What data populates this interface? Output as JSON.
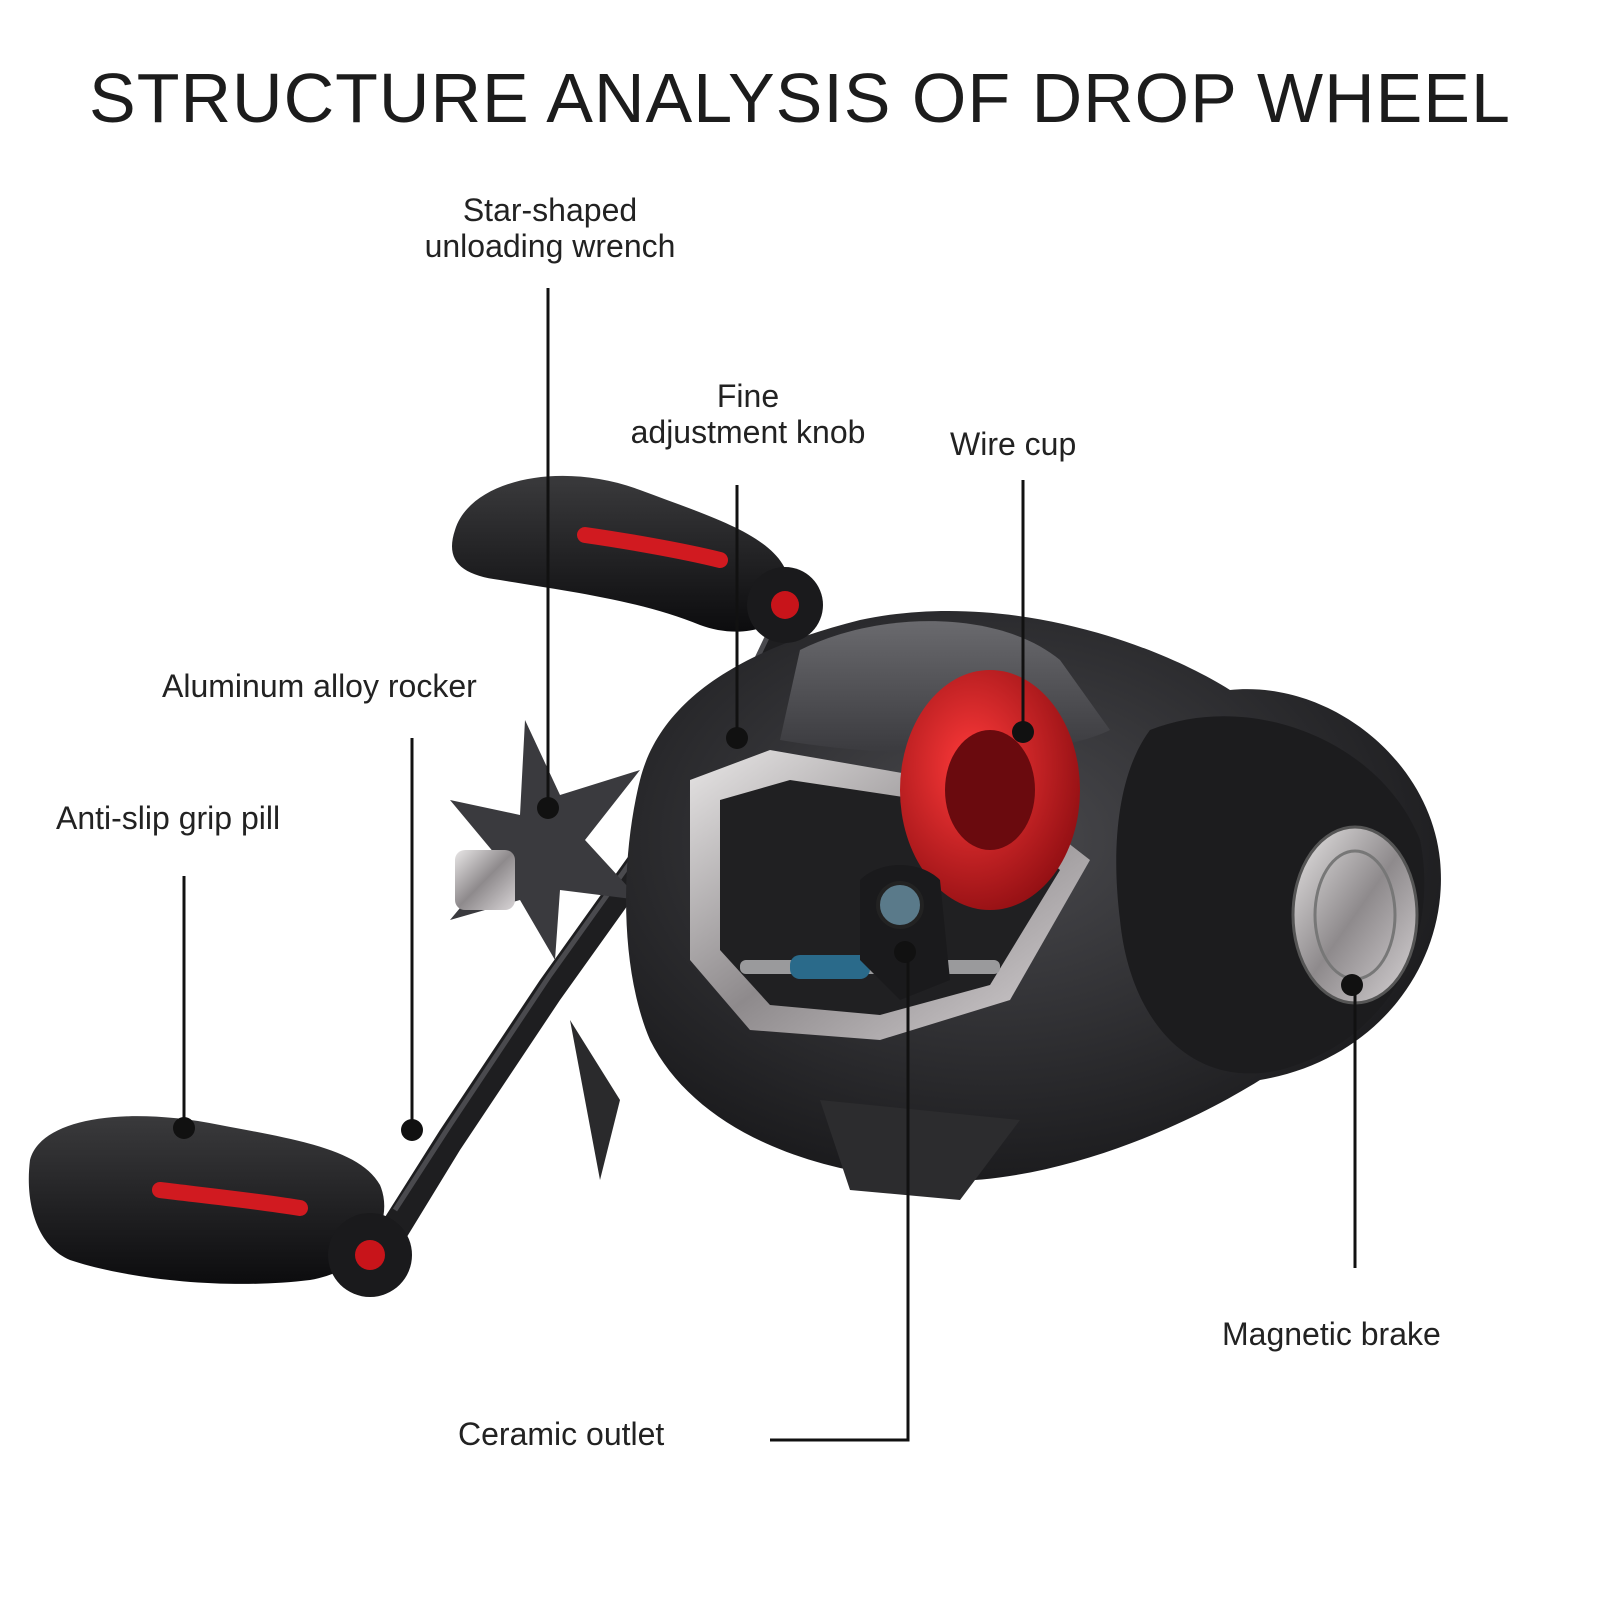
{
  "title": "STRUCTURE ANALYSIS OF DROP WHEEL",
  "labels": {
    "star_wrench": [
      "Star-shaped",
      "unloading wrench"
    ],
    "fine_knob": [
      "Fine",
      "adjustment knob"
    ],
    "wire_cup": "Wire cup",
    "rocker": "Aluminum alloy rocker",
    "grip": "Anti-slip grip pill",
    "magnetic_brake": "Magnetic brake",
    "ceramic_outlet": "Ceramic outlet"
  },
  "colors": {
    "reel_body": "#2b2b2e",
    "reel_frame": "#5a5a5e",
    "chrome": "#b9b6b8",
    "spool_red": "#c8141a",
    "leader_line": "#111111"
  }
}
